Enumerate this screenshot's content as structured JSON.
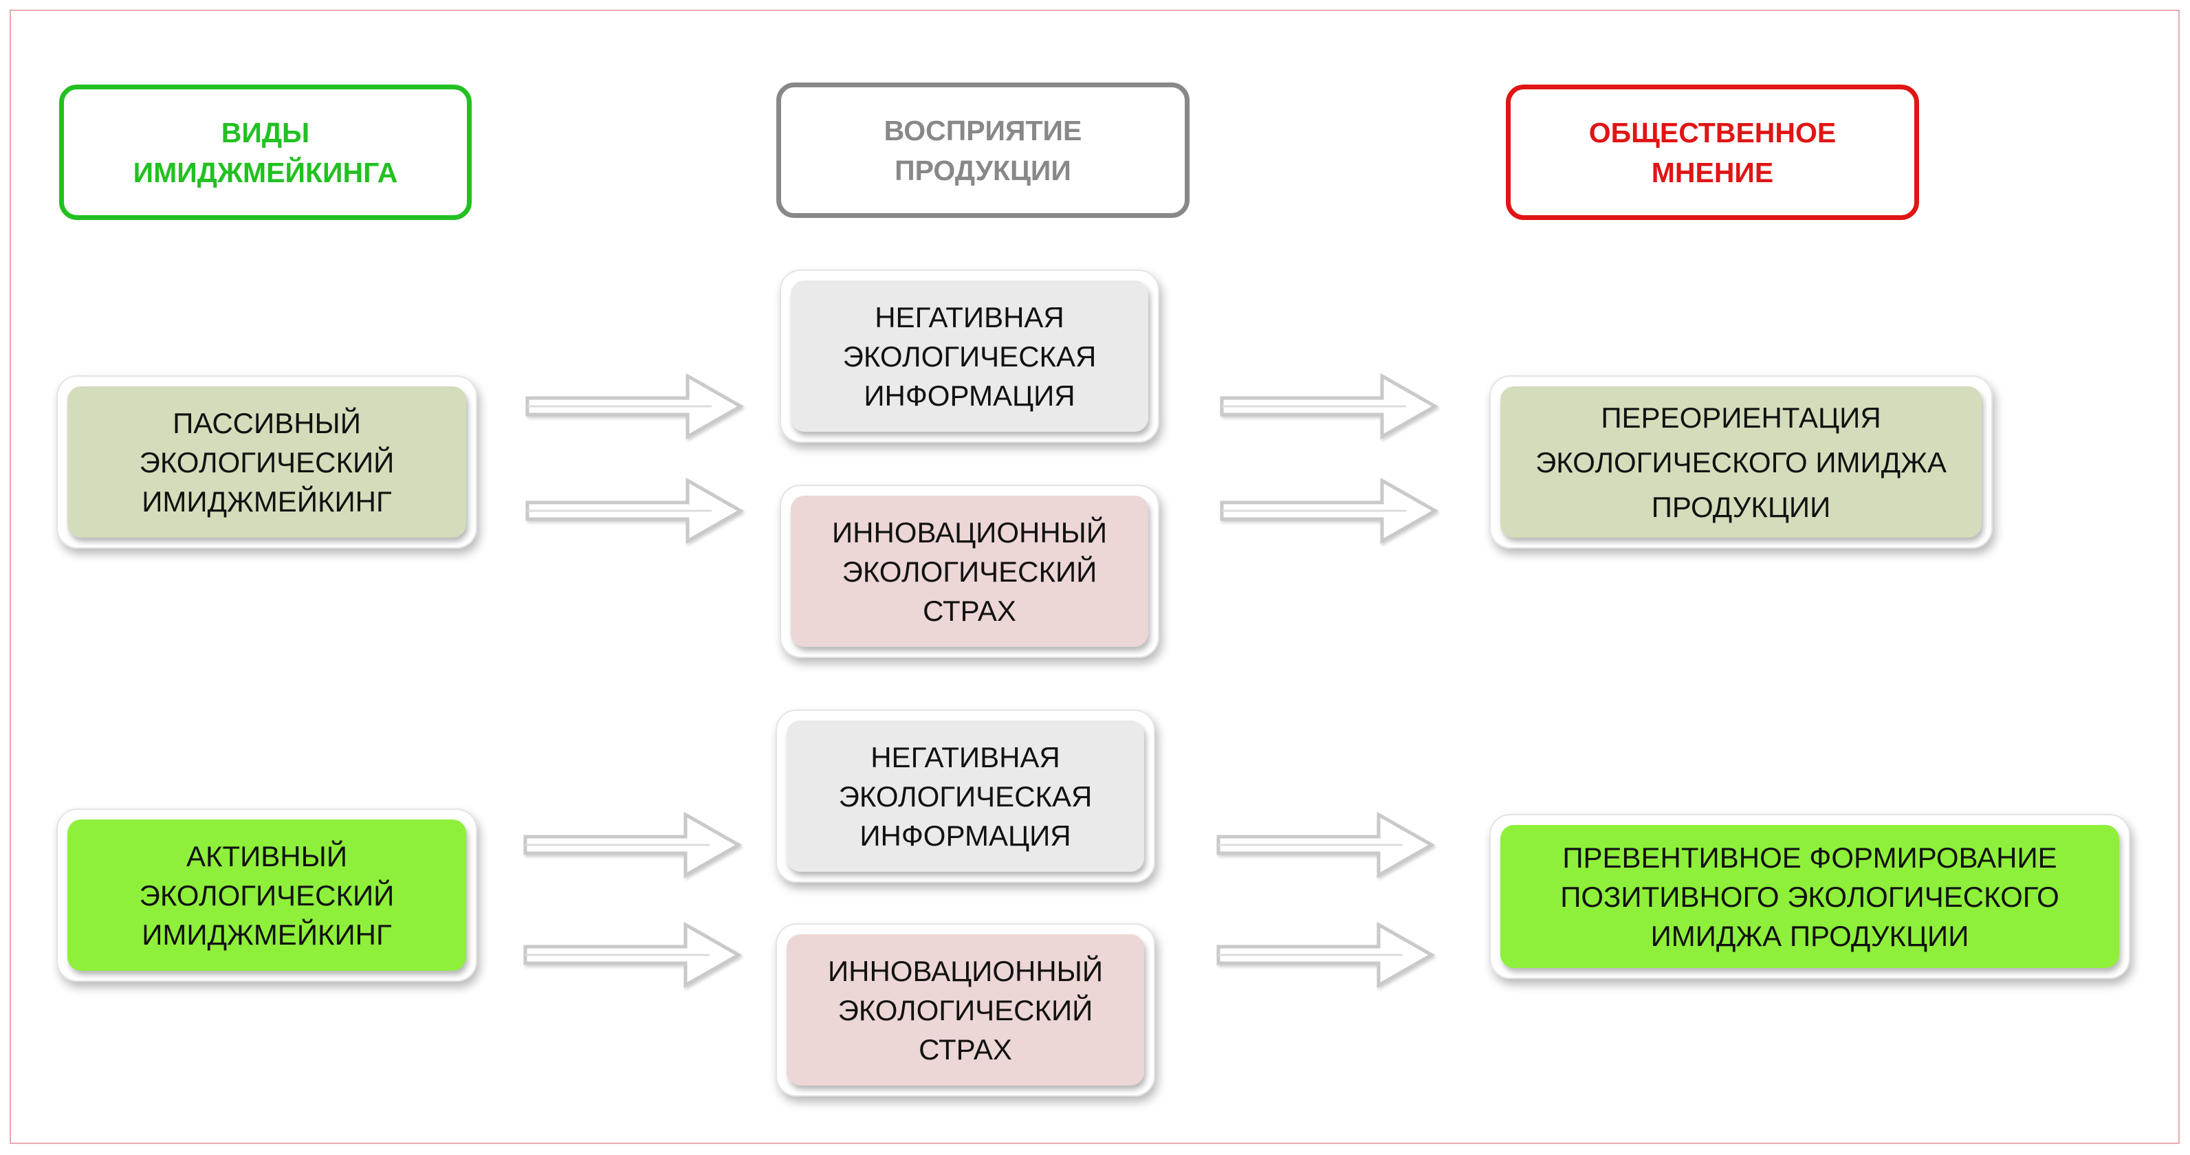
{
  "colors": {
    "frame": "#e8aab0",
    "header_green": "#22c022",
    "header_gray": "#888888",
    "header_red": "#e01515",
    "box_sage": "#d3ddbb",
    "box_light_gray": "#eaeaea",
    "box_pink": "#ecd6d6",
    "box_lime": "#8ef03a"
  },
  "headers": {
    "types": "ВИДЫ\nИМИДЖМЕЙКИНГА",
    "perception": "ВОСПРИЯТИЕ\nПРОДУКЦИИ",
    "opinion": "ОБЩЕСТВЕННОЕ\nМНЕНИЕ"
  },
  "rows": [
    {
      "type": "ПАССИВНЫЙ\nЭКОЛОГИЧЕСКИЙ\nИМИДЖМЕЙКИНГ",
      "perception": [
        "НЕГАТИВНАЯ\nЭКОЛОГИЧЕСКАЯ\nИНФОРМАЦИЯ",
        "ИННОВАЦИОННЫЙ\nЭКОЛОГИЧЕСКИЙ\nСТРАХ"
      ],
      "opinion": "ПЕРЕОРИЕНТАЦИЯ\nЭКОЛОГИЧЕСКОГО ИМИДЖА\nПРОДУКЦИИ"
    },
    {
      "type": "АКТИВНЫЙ\nЭКОЛОГИЧЕСКИЙ\nИМИДЖМЕЙКИНГ",
      "perception": [
        "НЕГАТИВНАЯ\nЭКОЛОГИЧЕСКАЯ\nИНФОРМАЦИЯ",
        "ИННОВАЦИОННЫЙ\nЭКОЛОГИЧЕСКИЙ\nСТРАХ"
      ],
      "opinion": "ПРЕВЕНТИВНОЕ ФОРМИРОВАНИЕ\nПОЗИТИВНОГО ЭКОЛОГИЧЕСКОГО\nИМИДЖА ПРОДУКЦИИ"
    }
  ],
  "arrow_icon": "double-line-right-arrow-icon"
}
